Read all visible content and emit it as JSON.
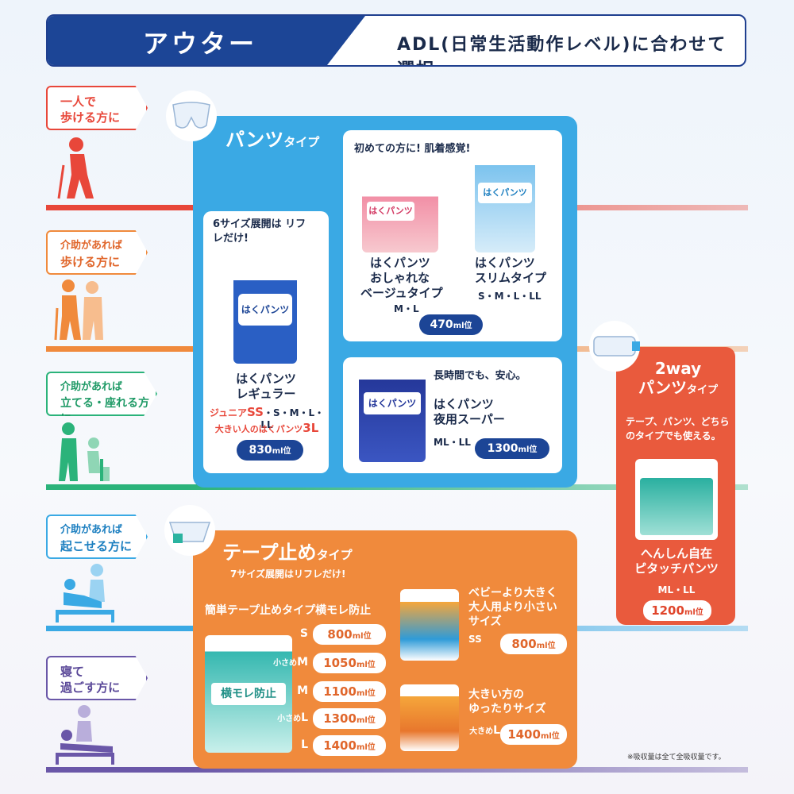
{
  "header": {
    "title": "アウター",
    "subtitle": "ADL(日常生活動作レベル)に合わせて選択"
  },
  "levels": [
    {
      "line1": "一人で",
      "line2": "歩ける方に",
      "color": "#e8473a"
    },
    {
      "line1": "介助があれば",
      "line2": "歩ける方に",
      "color": "#f08a3c"
    },
    {
      "line1": "介助があれば",
      "line2": "立てる・座れる方に",
      "color": "#2bb37a"
    },
    {
      "line1": "介助があれば",
      "line2": "起こせる方に",
      "color": "#3aa9e4"
    },
    {
      "line1": "寝て",
      "line2": "過ごす方に",
      "color": "#6a57a8"
    }
  ],
  "pants": {
    "title": "パンツ",
    "title_suffix": "タイプ",
    "regular": {
      "note": "6サイズ展開は リフレだけ!",
      "name1": "はくパンツ",
      "name2": "レギュラー",
      "sizes1_prefix": "ジュニア",
      "sizes1_ss": "SS",
      "sizes1_rest": "・S・M・L・LL",
      "sizes2_prefix": "大きい人のはくパンツ",
      "sizes2_size": "3L",
      "absorb_num": "830",
      "absorb_unit": "ml位"
    },
    "top_card": {
      "heading": "初めての方に! 肌着感覚!",
      "beige": {
        "name1": "はくパンツ",
        "name2": "おしゃれな",
        "name3": "ベージュタイプ",
        "sizes": "M・L"
      },
      "slim": {
        "name1": "はくパンツ",
        "name2": "スリムタイプ",
        "sizes": "S・M・L・LL"
      },
      "absorb_num": "470",
      "absorb_unit": "ml位"
    },
    "night": {
      "heading": "長時間でも、安心。",
      "name1": "はくパンツ",
      "name2": "夜用スーパー",
      "sizes": "ML・LL",
      "absorb_num": "1300",
      "absorb_unit": "ml位"
    },
    "pack_text": "はくパンツ"
  },
  "twoway": {
    "title1": "2way",
    "title2": "パンツ",
    "title2_suffix": "タイプ",
    "desc": "テープ、パンツ、どちらのタイプでも使える。",
    "name1": "へんしん自在",
    "name2": "ピタッチパンツ",
    "sizes": "ML・LL",
    "absorb_num": "1200",
    "absorb_unit": "ml位"
  },
  "tape": {
    "title": "テープ止め",
    "title_suffix": "タイプ",
    "note": "7サイズ展開はリフレだけ!",
    "easy_heading": "簡単テープ止めタイプ横モレ防止",
    "pack_text": "横モレ防止",
    "sizes": [
      {
        "prefix": "",
        "size": "S",
        "num": "800",
        "unit": "ml位"
      },
      {
        "prefix": "小さめ",
        "size": "M",
        "num": "1050",
        "unit": "ml位"
      },
      {
        "prefix": "",
        "size": "M",
        "num": "1100",
        "unit": "ml位"
      },
      {
        "prefix": "小さめ",
        "size": "L",
        "num": "1300",
        "unit": "ml位"
      },
      {
        "prefix": "",
        "size": "L",
        "num": "1400",
        "unit": "ml位"
      }
    ],
    "baby": {
      "line1": "ベビーより大きく",
      "line2": "大人用より小さい",
      "line3": "サイズ",
      "size": "SS",
      "num": "800",
      "unit": "ml位"
    },
    "large": {
      "line1": "大きい方の",
      "line2": "ゆったりサイズ",
      "size_prefix": "大きめ",
      "size": "L",
      "num": "1400",
      "unit": "ml位"
    }
  },
  "footnote": "※吸収量は全て全吸収量です。",
  "colors": {
    "navy": "#1c4596",
    "blue": "#3aa9e4",
    "orange": "#f08a3c",
    "red": "#e95a3d"
  }
}
